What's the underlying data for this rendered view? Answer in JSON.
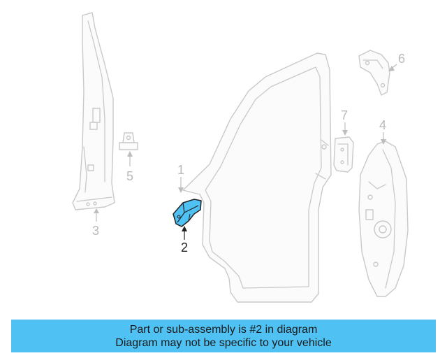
{
  "diagram": {
    "callouts": [
      {
        "number": "1",
        "highlighted": false
      },
      {
        "number": "2",
        "highlighted": true
      },
      {
        "number": "3",
        "highlighted": false
      },
      {
        "number": "4",
        "highlighted": false
      },
      {
        "number": "5",
        "highlighted": false
      },
      {
        "number": "6",
        "highlighted": false
      },
      {
        "number": "7",
        "highlighted": false
      }
    ],
    "highlight_color": "#4fc1f3",
    "part_outline_color": "#c9c9c9"
  },
  "caption": {
    "line1": "Part or sub-assembly is #2 in diagram",
    "line2": "Diagram may not be specific to your vehicle",
    "background": "#4fc1f3"
  }
}
